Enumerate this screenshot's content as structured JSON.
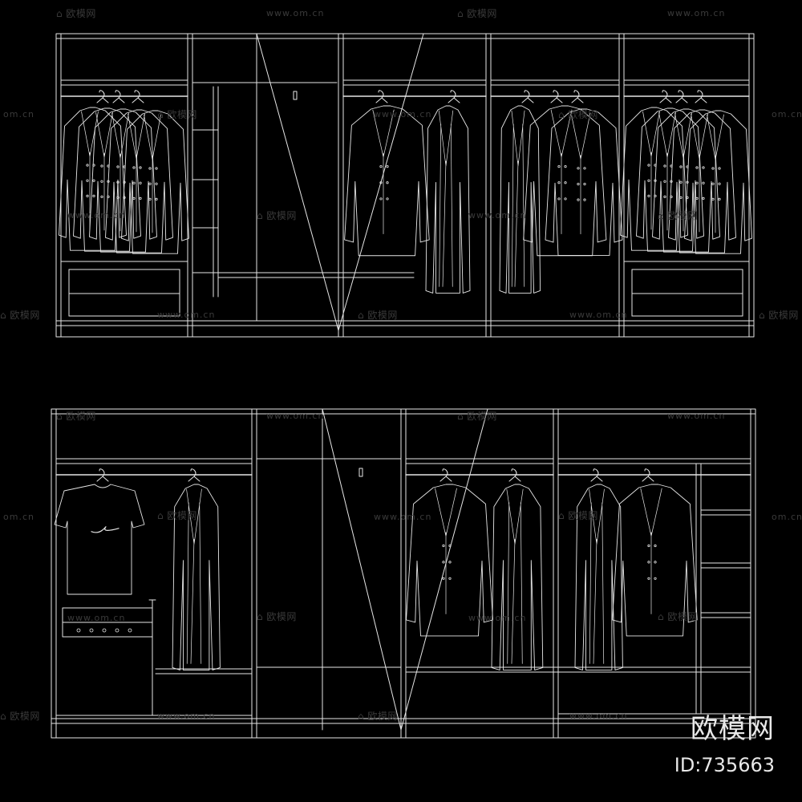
{
  "watermark": {
    "brand_text": "欧模网",
    "url_text": "www.om.cn",
    "url_short": "om.cn",
    "color": "#3a3a3a"
  },
  "corner_brand": {
    "name": "欧模网",
    "id_label": "ID:735663"
  },
  "drawing": {
    "line_color": "#e6e6e6",
    "background": "#000000",
    "top_elevation": {
      "bays": [
        "hanging-drawers",
        "door-shelves",
        "hanging",
        "hanging",
        "hanging-drawers"
      ]
    },
    "bottom_elevation": {
      "bays": [
        "hanging-pullout",
        "door",
        "hanging",
        "hanging-shelves"
      ]
    }
  }
}
